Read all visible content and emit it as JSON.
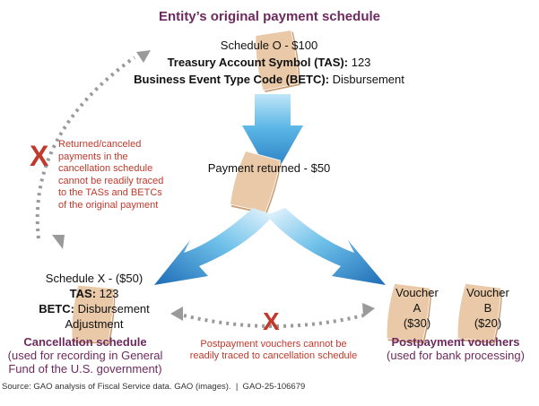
{
  "title": "Entity’s original payment schedule",
  "original": {
    "line1": "Schedule O - $100",
    "tas_label": "Treasury Account Symbol (TAS):",
    "tas_value": " 123",
    "betc_label": "Business Event Type Code (BETC):",
    "betc_value": " Disbursement"
  },
  "returned": "Payment returned - $50",
  "cancellation": {
    "line1": "Schedule X - ($50)",
    "tas_label": "TAS:",
    "tas_value": " 123",
    "betc_label": "BETC:",
    "betc_value": " Disbursement",
    "line4": "Adjustment",
    "title": "Cancellation schedule",
    "subtitle1": "(used for recording in General",
    "subtitle2": "Fund of the U.S. government)"
  },
  "vouchers": {
    "a": [
      "Voucher",
      "A",
      "($30)"
    ],
    "b": [
      "Voucher",
      "B",
      "($20)"
    ],
    "title": "Postpayment vouchers",
    "subtitle": "(used for bank processing)"
  },
  "notes": {
    "left": [
      "Returned/canceled",
      "payments in the",
      "cancellation schedule",
      "cannot be readily traced",
      "to the TASs and BETCs",
      "of the original payment"
    ],
    "bottom": [
      "Postpayment vouchers cannot be",
      "readily traced to cancellation schedule"
    ],
    "x_mark": "X"
  },
  "source": "Source: GAO analysis of Fiscal Service data. GAO (images).  |  GAO-25-106679"
}
